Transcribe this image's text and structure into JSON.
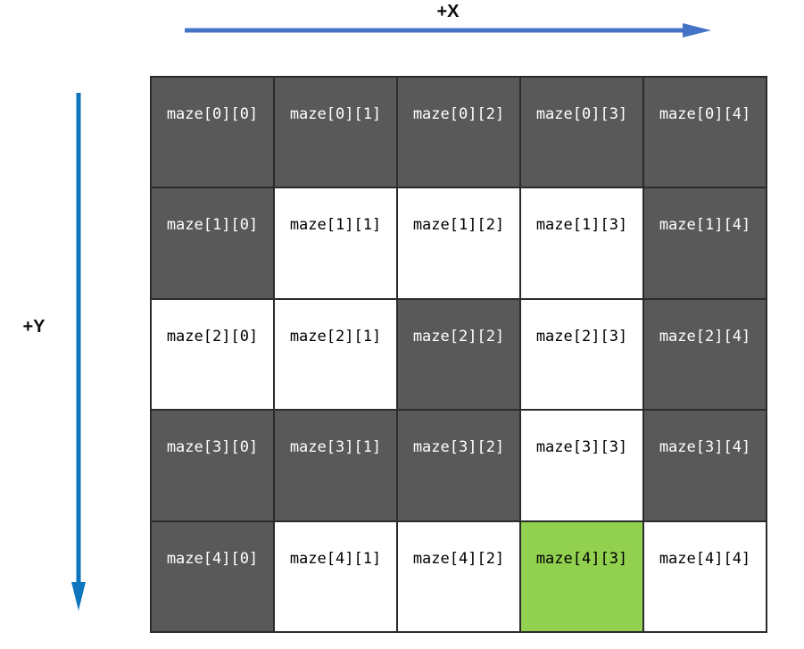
{
  "axes": {
    "x_label": "+X",
    "y_label": "+Y"
  },
  "colors": {
    "wall": "#595959",
    "path": "#ffffff",
    "goal": "#92d050",
    "border": "#2b2b2b",
    "wall-text": "#ffffff",
    "path-text": "#000000",
    "arrow-x": "#4472c4",
    "arrow-y": "#0f75bc"
  },
  "grid": {
    "rows": 5,
    "cols": 5,
    "cells": [
      [
        {
          "label": "maze[0][0]",
          "type": "wall"
        },
        {
          "label": "maze[0][1]",
          "type": "wall"
        },
        {
          "label": "maze[0][2]",
          "type": "wall"
        },
        {
          "label": "maze[0][3]",
          "type": "wall"
        },
        {
          "label": "maze[0][4]",
          "type": "wall"
        }
      ],
      [
        {
          "label": "maze[1][0]",
          "type": "wall"
        },
        {
          "label": "maze[1][1]",
          "type": "path"
        },
        {
          "label": "maze[1][2]",
          "type": "path"
        },
        {
          "label": "maze[1][3]",
          "type": "path"
        },
        {
          "label": "maze[1][4]",
          "type": "wall"
        }
      ],
      [
        {
          "label": "maze[2][0]",
          "type": "path"
        },
        {
          "label": "maze[2][1]",
          "type": "path"
        },
        {
          "label": "maze[2][2]",
          "type": "wall"
        },
        {
          "label": "maze[2][3]",
          "type": "path"
        },
        {
          "label": "maze[2][4]",
          "type": "wall"
        }
      ],
      [
        {
          "label": "maze[3][0]",
          "type": "wall"
        },
        {
          "label": "maze[3][1]",
          "type": "wall"
        },
        {
          "label": "maze[3][2]",
          "type": "wall"
        },
        {
          "label": "maze[3][3]",
          "type": "path"
        },
        {
          "label": "maze[3][4]",
          "type": "wall"
        }
      ],
      [
        {
          "label": "maze[4][0]",
          "type": "wall"
        },
        {
          "label": "maze[4][1]",
          "type": "path"
        },
        {
          "label": "maze[4][2]",
          "type": "path"
        },
        {
          "label": "maze[4][3]",
          "type": "goal"
        },
        {
          "label": "maze[4][4]",
          "type": "path"
        }
      ]
    ]
  }
}
